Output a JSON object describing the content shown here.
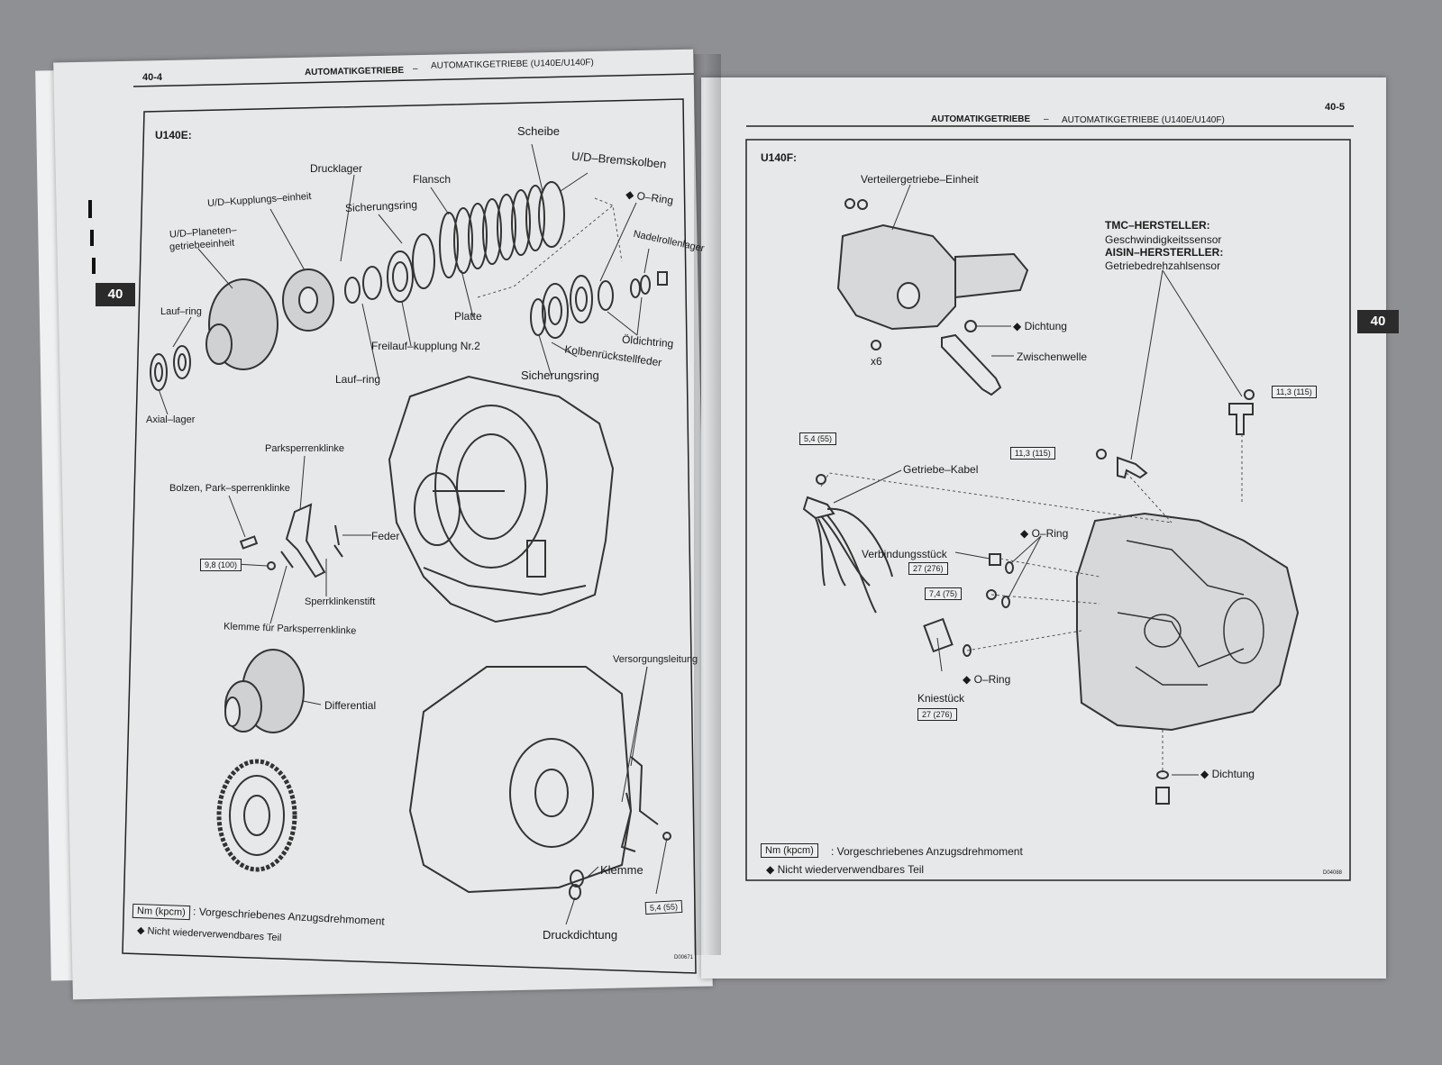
{
  "left_page": {
    "page_number": "40-4",
    "header_section": "AUTOMATIKGETRIEBE",
    "header_dash": "–",
    "header_subsection": "AUTOMATIKGETRIEBE (U140E/U140F)",
    "tab_label": "40",
    "model": "U140E:",
    "labels": {
      "scheibe": "Scheibe",
      "ud_bremskolben": "U/D–Bremskolben",
      "drucklager": "Drucklager",
      "flansch": "Flansch",
      "o_ring": "◆ O–Ring",
      "ud_kupplungseinheit": "U/D–Kupplungs–einheit",
      "sicherungsring_top": "Sicherungsring",
      "ud_planeten_1": "U/D–Planeten–",
      "ud_planeten_2": "getriebeeinheit",
      "nadelrollenlager": "Nadelrollenlager",
      "laufring_1": "Lauf–ring",
      "platte": "Platte",
      "freilaufkupplung": "Freilauf–kupplung Nr.2",
      "oeldichtring": "Öldichtring",
      "kolbenrueckstellfeder": "Kolbenrückstellfeder",
      "laufring_2": "Lauf–ring",
      "sicherungsring_bottom": "Sicherungsring",
      "axiallager": "Axial–lager",
      "parksperrenklinke": "Parksperrenklinke",
      "bolzen": "Bolzen, Park–sperrenklinke",
      "feder": "Feder",
      "sperrklinkenstift": "Sperrklinkenstift",
      "klemme_park": "Klemme für Parksperrenklinke",
      "differential": "Differential",
      "versorgungsleitung": "Versorgungsleitung",
      "klemme": "Klemme",
      "druckdichtung": "Druckdichtung"
    },
    "torque_boxes": {
      "t98": "9,8 (100)",
      "t54": "5,4 (55)"
    },
    "legend": {
      "unit_box": "Nm (kpcm)",
      "unit_text": ": Vorgeschriebenes Anzugsdrehmoment",
      "nonreusable": "◆ Nicht wiederverwendbares Teil"
    },
    "figure_code": "D00671"
  },
  "right_page": {
    "page_number": "40-5",
    "header_section": "AUTOMATIKGETRIEBE",
    "header_dash": "–",
    "header_subsection": "AUTOMATIKGETRIEBE (U140E/U140F)",
    "tab_label": "40",
    "model": "U140F:",
    "labels": {
      "verteilergetriebe": "Verteilergetriebe–Einheit",
      "tmc_hersteller": "TMC–HERSTELLER:",
      "geschwindigkeitssensor": "Geschwindigkeitssensor",
      "aisin_hersteller": "AISIN–HERSTERLLER:",
      "getriebedrehzahlsensor": "Getriebedrehzahlsensor",
      "dichtung_top": "◆ Dichtung",
      "x6": "x6",
      "zwischenwelle": "Zwischenwelle",
      "getriebe_kabel": "Getriebe–Kabel",
      "o_ring_1": "◆ O–Ring",
      "verbindungsstueck": "Verbindungsstück",
      "o_ring_2": "◆ O–Ring",
      "kniestueck": "Kniestück",
      "dichtung_bottom": "◆ Dichtung"
    },
    "torque_boxes": {
      "t113a": "11,3 (115)",
      "t113b": "11,3 (115)",
      "t54": "5,4 (55)",
      "t27a": "27 (276)",
      "t74": "7,4 (75)",
      "t27b": "27 (276)"
    },
    "legend": {
      "unit_box": "Nm (kpcm)",
      "unit_text": ": Vorgeschriebenes Anzugsdrehmoment",
      "nonreusable": "◆ Nicht wiederverwendbares Teil"
    },
    "figure_code": "D04088"
  }
}
